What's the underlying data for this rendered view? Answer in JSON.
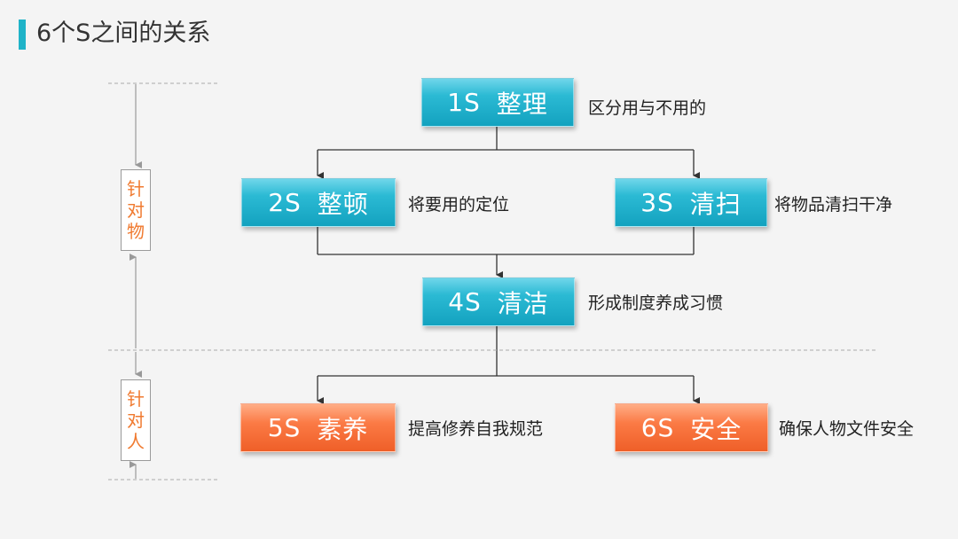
{
  "title": "6个S之间的关系",
  "nodes": {
    "s1": {
      "num": "1S",
      "name": "整理",
      "desc": "区分用与不用的"
    },
    "s2": {
      "num": "2S",
      "name": "整顿",
      "desc": "将要用的定位"
    },
    "s3": {
      "num": "3S",
      "name": "清扫",
      "desc": "将物品清扫干净"
    },
    "s4": {
      "num": "4S",
      "name": "清洁",
      "desc": "形成制度养成习惯"
    },
    "s5": {
      "num": "5S",
      "name": "素养",
      "desc": "提高修养自我规范"
    },
    "s6": {
      "num": "6S",
      "name": "安全",
      "desc": "确保人物文件安全"
    }
  },
  "side_labels": {
    "object": [
      "针",
      "对",
      "物"
    ],
    "person": [
      "针",
      "对",
      "人"
    ]
  },
  "colors": {
    "accent": "#1fb3c8",
    "blue_box": "#1fa9c6",
    "orange_box": "#f26a34",
    "side_text": "#f07a30"
  }
}
